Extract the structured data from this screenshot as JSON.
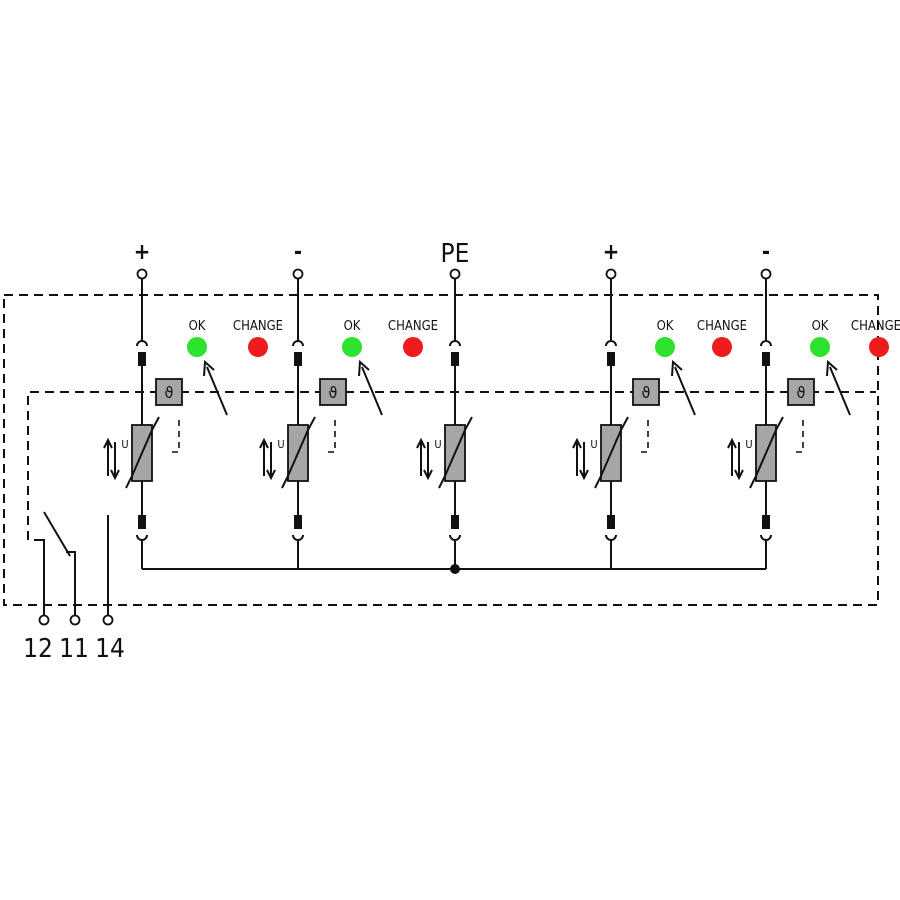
{
  "terminals": [
    {
      "label": "+"
    },
    {
      "label": "-"
    },
    {
      "label": "PE"
    },
    {
      "label": "+"
    },
    {
      "label": "-"
    }
  ],
  "indicators": {
    "ok_label": "OK",
    "change_label": "CHANGE",
    "ok_color": "#2ee32e",
    "change_color": "#ee1c1c"
  },
  "thermal_symbol": "ϑ",
  "varistor_voltage_label": "U",
  "relay_contacts": [
    {
      "label": "12"
    },
    {
      "label": "11"
    },
    {
      "label": "14"
    }
  ]
}
